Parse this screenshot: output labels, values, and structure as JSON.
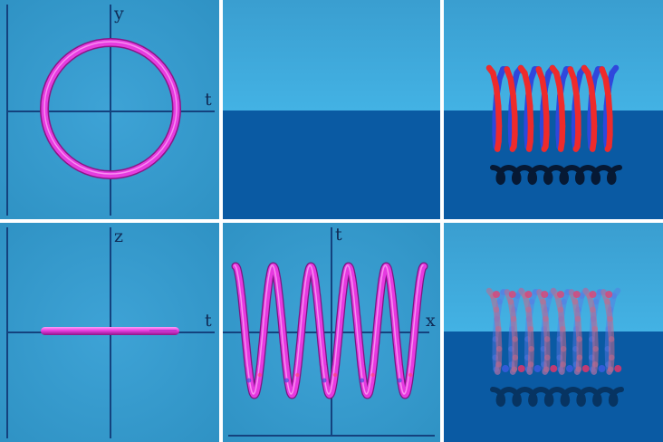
{
  "colors": {
    "panel_bg": "#3399cc",
    "sky_top": "#3aa0d2",
    "floor": "#0a5aa3",
    "axis": "#14427e",
    "tube_magenta": "#e639e0",
    "coil_red": "#ee2b2b",
    "coil_blue": "#2f47dc",
    "shadow": "#06162e"
  },
  "panels": {
    "top_left": {
      "axis_h": "t",
      "axis_v": "y",
      "content": "circle"
    },
    "top_middle": {
      "content": "empty-scene"
    },
    "top_right": {
      "content": "helix-red-blue"
    },
    "bottom_left": {
      "axis_h": "t",
      "axis_v": "z",
      "content": "flat-line"
    },
    "bottom_middle": {
      "axis_h": "x",
      "axis_v": "t",
      "content": "sine-wave"
    },
    "bottom_right": {
      "content": "helix-transparent"
    }
  }
}
